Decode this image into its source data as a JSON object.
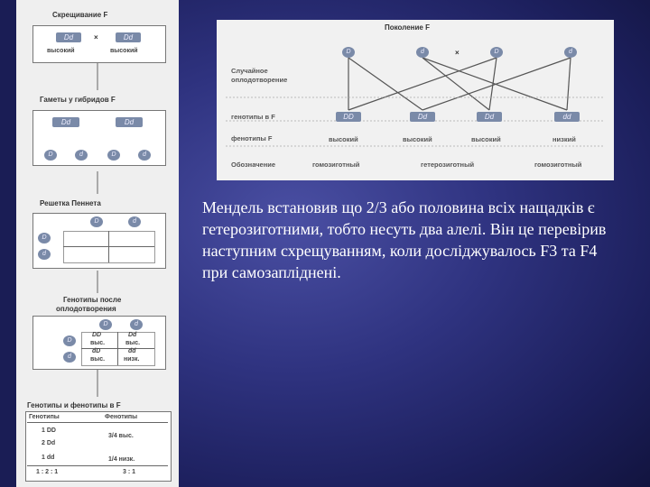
{
  "left_panel": {
    "cross_title": "Скрещивание F",
    "parent1": "Dd",
    "cross_symbol": "×",
    "parent2": "Dd",
    "pheno1": "высокий",
    "pheno2": "высокий",
    "gametes_title": "Гаметы у гибридов F",
    "f1_a": "Dd",
    "f1_b": "Dd",
    "gametes": [
      "D",
      "d",
      "D",
      "d"
    ],
    "punnett_title": "Решетка Пеннета",
    "punnett_cols": [
      "D",
      "d"
    ],
    "punnett_rows": [
      "D",
      "d"
    ],
    "after_title_1": "Генотипы после",
    "after_title_2": "оплодотворения",
    "after_cols": [
      "D",
      "d"
    ],
    "after_rows": [
      "D",
      "d"
    ],
    "cells": [
      {
        "g": "DD",
        "p": "выс."
      },
      {
        "g": "Dd",
        "p": "выс."
      },
      {
        "g": "dD",
        "p": "выс."
      },
      {
        "g": "dd",
        "p": "низк."
      }
    ],
    "summary_title": "Генотипы и фенотипы в F",
    "geno_header": "Генотипы",
    "pheno_header": "Фенотипы",
    "genos": [
      "1 DD",
      "2 Dd",
      "1 dd"
    ],
    "phenos": [
      "3/4 выс.",
      "1/4 низк."
    ],
    "ratio_geno": "1 : 2 : 1",
    "ratio_pheno": "3 : 1"
  },
  "right_panel": {
    "title": "Поколение F",
    "gametes": [
      "D",
      "d",
      "D",
      "d"
    ],
    "cross_symbol": "×",
    "random_1": "Случайное",
    "random_2": "оплодотворение",
    "genotypes_label": "генотипы в F",
    "phenotypes_label": "фенотипы F",
    "designation_label": "Обозначение",
    "genotypes": [
      "DD",
      "Dd",
      "Dd",
      "dd"
    ],
    "phenotypes": [
      "высокий",
      "высокий",
      "высокий",
      "низкий"
    ],
    "designations": [
      "гомозиготный",
      "гетерозиготный",
      "гомозиготный"
    ]
  },
  "main_text": "Мендель встановив що 2/3 або половина всіх нащадків є гетерозиготними, тобто несуть два алелі. Він це перевірив наступним схрещуванням, коли досліджувалось F3 та F4 при самозапліднені."
}
